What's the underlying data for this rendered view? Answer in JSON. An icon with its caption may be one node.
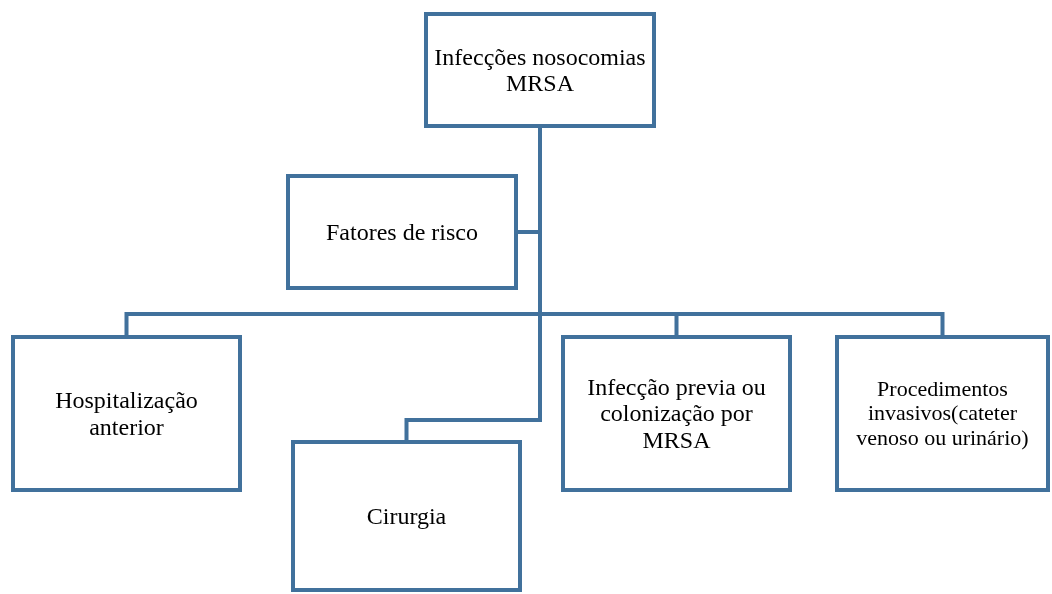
{
  "diagram": {
    "nodes": [
      {
        "text": [
          "Infecções nosocomias MRSA"
        ]
      },
      {
        "text": [
          "Fatores de risco"
        ]
      },
      {
        "text": [
          "Hospitalização anterior"
        ]
      },
      {
        "text": [
          "Cirurgia"
        ]
      },
      {
        "text": [
          "Infecção previa ou colonização por MRSA"
        ]
      },
      {
        "text": [
          "Procedimentos invasivos(cateter venoso ou urinário)"
        ]
      }
    ],
    "edges": [
      {
        "from": 0,
        "to": 1,
        "arrow": "none"
      },
      {
        "from": 0,
        "to": 2,
        "arrow": "none"
      },
      {
        "from": 0,
        "to": 3,
        "arrow": "none"
      },
      {
        "from": 0,
        "to": 4,
        "arrow": "none"
      },
      {
        "from": 0,
        "to": 5,
        "arrow": "none"
      }
    ]
  }
}
